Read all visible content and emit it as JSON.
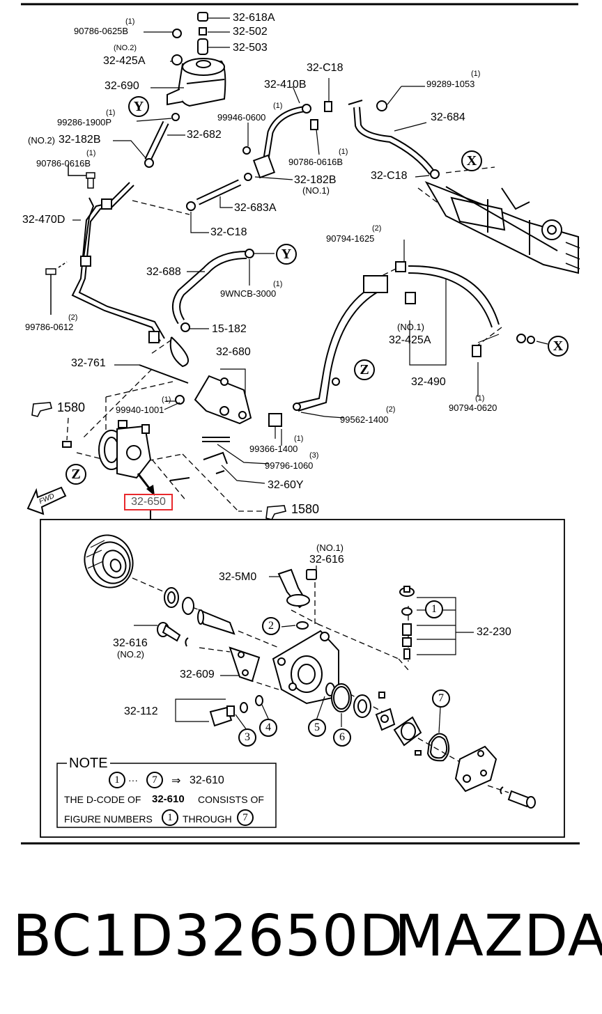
{
  "labels": {
    "p618A": "32-618A",
    "p502": "32-502",
    "p503": "32-503",
    "b0625B": "90786-0625B",
    "q0625B": "(1)",
    "p425A_no2": "32-425A",
    "q425A_no2": "(NO.2)",
    "p690": "32-690",
    "p410B": "32-410B",
    "pC18_top": "32-C18",
    "b99289": "99289-1053",
    "q99289": "(1)",
    "p684": "32-684",
    "b99946": "99946-0600",
    "q99946": "(1)",
    "b99286": "99286-1900P",
    "q99286": "(1)",
    "p682": "32-682",
    "p182B_no2": "32-182B",
    "q182B_no2": "(NO.2)",
    "b0616B_l": "90786-0616B",
    "q0616B_l": "(1)",
    "b0616B_r": "90786-0616B",
    "q0616B_r": "(1)",
    "pC18_mid": "32-C18",
    "p182B_no1": "32-182B",
    "q182B_no1": "(NO.1)",
    "p683A": "32-683A",
    "p470D": "32-470D",
    "pC18_low": "32-C18",
    "b1625": "90794-1625",
    "q1625": "(2)",
    "p688": "32-688",
    "b9WNCB": "9WNCB-3000",
    "q9WNCB": "(1)",
    "b0612": "99786-0612",
    "q0612": "(2)",
    "p15_182": "15-182",
    "p425A_no1": "32-425A",
    "q425A_no1": "(NO.1)",
    "p761": "32-761",
    "p680": "32-680",
    "p490": "32-490",
    "ref1580_a": "1580",
    "b1001": "99940-1001",
    "q1001": "(1)",
    "b99562": "99562-1400",
    "q99562": "(2)",
    "b0620": "90794-0620",
    "q0620": "(1)",
    "b99366": "99366-1400",
    "q99366": "(1)",
    "b99796": "99796-1060",
    "q99796": "(3)",
    "p60Y": "32-60Y",
    "p650": "32-650",
    "ref1580_b": "1580",
    "fwd": "FWD",
    "p616_no1": "32-616",
    "q616_no1": "(NO.1)",
    "p5M0": "32-5M0",
    "p230": "32-230",
    "p616_no2": "32-616",
    "q616_no2": "(NO.2)",
    "p609": "32-609",
    "p112": "32-112"
  },
  "callouts": {
    "Y": "Y",
    "X": "X",
    "Z": "Z",
    "n1": "1",
    "n2": "2",
    "n3": "3",
    "n4": "4",
    "n5": "5",
    "n6": "6",
    "n7": "7"
  },
  "note": {
    "title": "NOTE",
    "line1_from": "1",
    "line1_dots": "···",
    "line1_to": "7",
    "line1_arrow": "⇒",
    "line1_part": "32-610",
    "line2_pre": "THE D-CODE OF",
    "line2_part": "32-610",
    "line2_post": "CONSISTS OF",
    "line3_pre": "FIGURE NUMBERS",
    "line3_from": "1",
    "line3_mid": "THROUGH",
    "line3_to": "7"
  },
  "footer": {
    "part_number": "BC1D32650D",
    "brand": "MAZDA"
  },
  "colors": {
    "highlight": "#e8282c",
    "ink": "#000000"
  }
}
